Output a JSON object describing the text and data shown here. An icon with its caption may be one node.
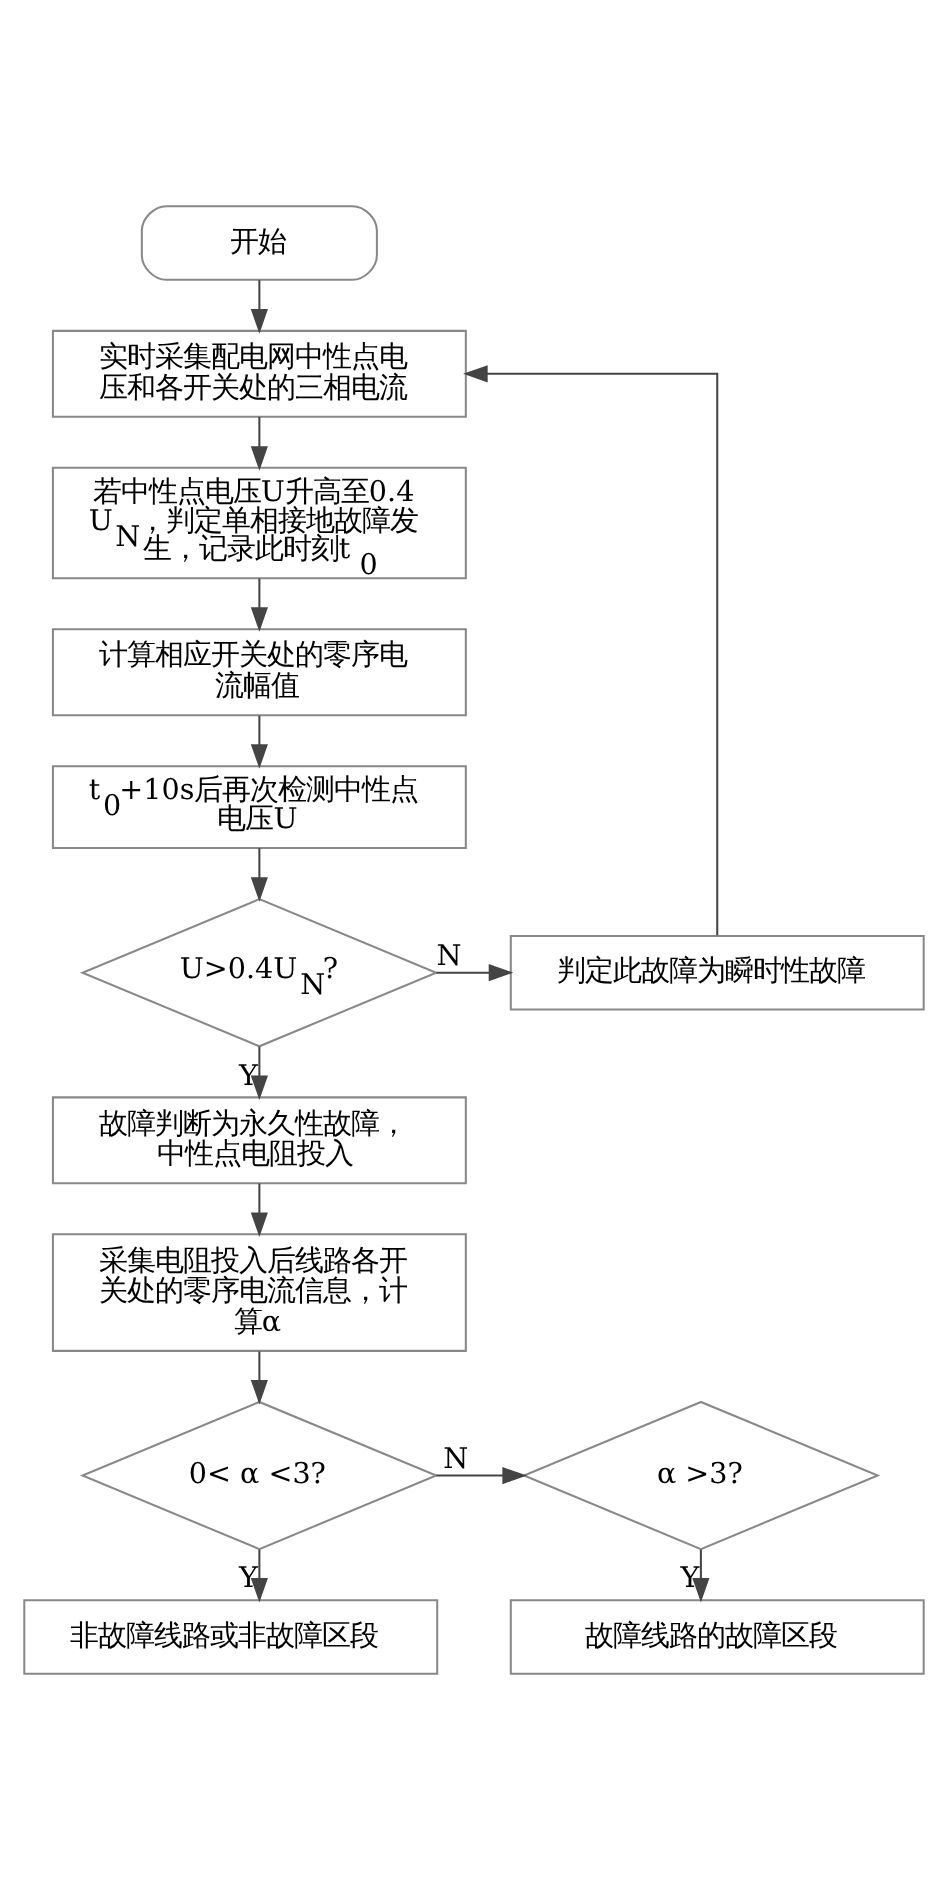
{
  "diagram": {
    "nodes": [
      {
        "text": [
          "开始"
        ]
      },
      {
        "text": [
          "实时采集配电网中性点电压和各开关处的三相电流"
        ]
      },
      {
        "text": [
          "若中性点电压U升高至0.4U$_{N}$，判定单相接地故障发生，记录此时刻t$_{0}$"
        ]
      },
      {
        "text": [
          "计算相应开关处的零序电流幅值"
        ]
      },
      {
        "text": [
          "t$_{0}$+10s后再次检测中性点电压U"
        ]
      },
      {
        "text": [
          "U>0.4U$_{N}$?"
        ]
      },
      {
        "text": [
          "判定此故障为瞬时性故障"
        ]
      },
      {
        "text": [
          "故障判断为永久性故障，中性点电阻投入"
        ]
      },
      {
        "text": [
          "采集电阻投入后线路各开关处的零序电流信息，计算α"
        ]
      },
      {
        "text": [
          "0< α <3?"
        ]
      },
      {
        "text": [
          "α >3?"
        ]
      },
      {
        "text": [
          "非故障线路或非故障区段"
        ]
      },
      {
        "text": [
          "故障线路的故障区段"
        ]
      }
    ],
    "edges": [
      {
        "from": 0,
        "to": 1,
        "arrow": "to"
      },
      {
        "from": 1,
        "to": 2,
        "arrow": "to"
      },
      {
        "from": 2,
        "to": 3,
        "arrow": "to"
      },
      {
        "from": 3,
        "to": 4,
        "arrow": "to"
      },
      {
        "from": 4,
        "to": 5,
        "arrow": "to"
      },
      {
        "from": 5,
        "to": 6,
        "arrow": "to",
        "label": "N"
      },
      {
        "from": 6,
        "to": 1,
        "arrow": "to"
      },
      {
        "from": 5,
        "to": 7,
        "arrow": "to",
        "label": "Y"
      },
      {
        "from": 7,
        "to": 8,
        "arrow": "to"
      },
      {
        "from": 8,
        "to": 9,
        "arrow": "to"
      },
      {
        "from": 9,
        "to": 10,
        "arrow": "to",
        "label": "N"
      },
      {
        "from": 9,
        "to": 11,
        "arrow": "to",
        "label": "Y"
      },
      {
        "from": 10,
        "to": 12,
        "arrow": "to",
        "label": "Y"
      }
    ]
  }
}
